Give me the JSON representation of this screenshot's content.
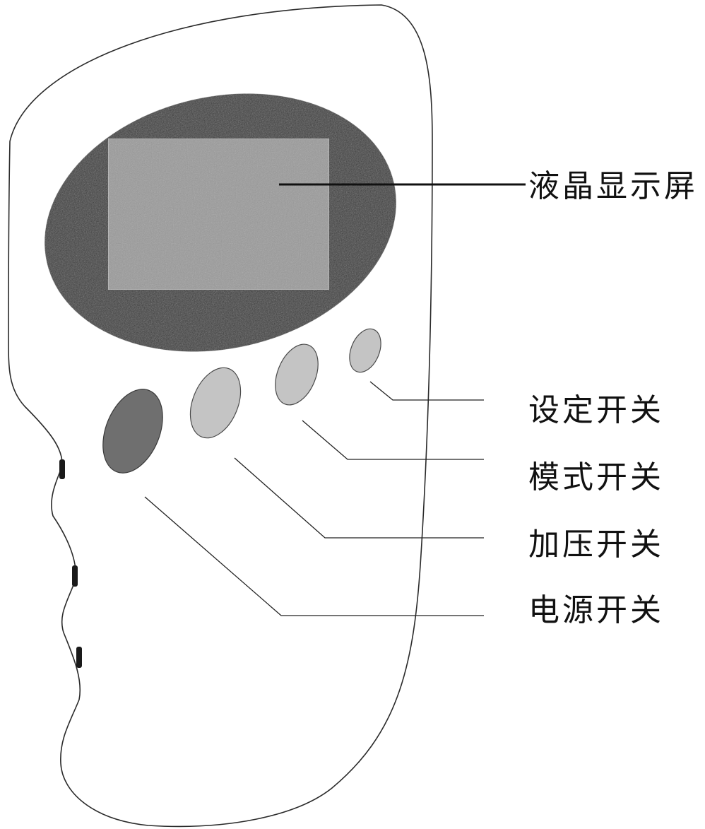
{
  "labels": {
    "lcd_screen": "液晶显示屏",
    "set_switch": "设定开关",
    "mode_switch": "模式开关",
    "pressurize_switch": "加压开关",
    "power_switch": "电源开关"
  },
  "colors": {
    "outline": "#2a2a2a",
    "screen_bezel": "#2f2f2f",
    "lcd_panel": "#9a9a9a",
    "power_button": "#6f6f6f",
    "other_buttons": "#c4c4c4",
    "leader_line": "#222222"
  }
}
